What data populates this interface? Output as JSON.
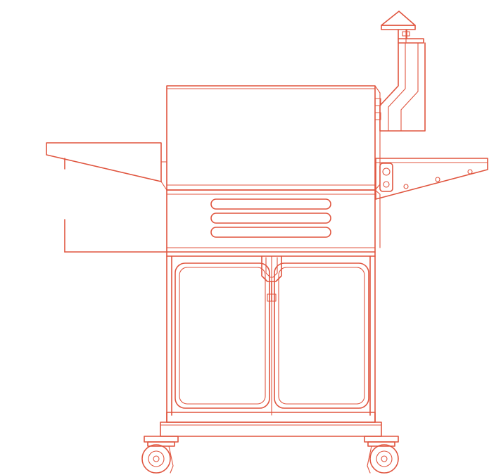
{
  "drawing": {
    "stroke_color": "#e0553f",
    "background_color": "#ffffff",
    "parts": [
      "chimney-cap",
      "chimney-pipe",
      "hood",
      "hopper-shelf",
      "side-shelf",
      "control-panel",
      "louvered-panel",
      "lid-handle",
      "cabinet-doors",
      "base",
      "caster-wheels"
    ]
  }
}
